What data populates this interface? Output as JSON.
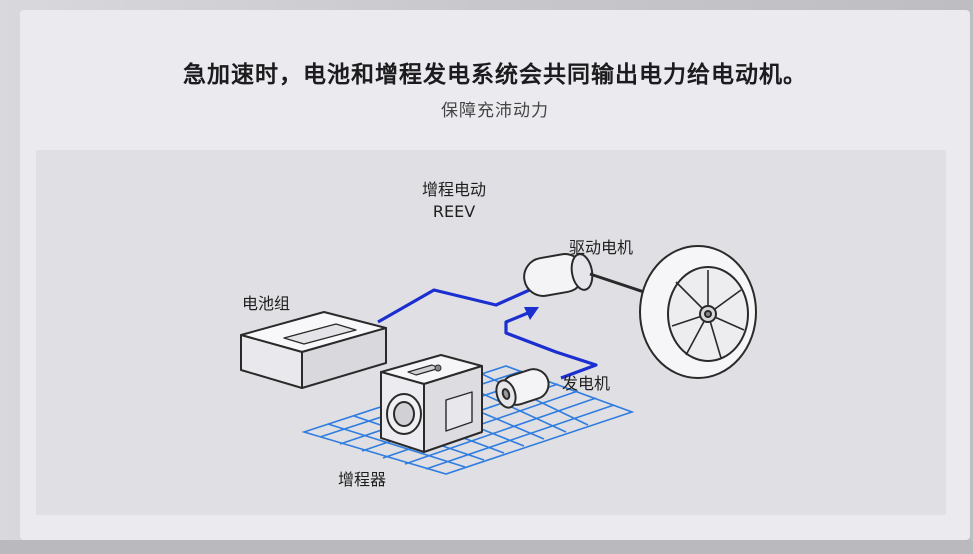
{
  "slide": {
    "title": "急加速时，电池和增程发电系统会共同输出电力给电动机。",
    "subtitle": "保障充沛动力"
  },
  "diagram": {
    "heading_cn": "增程电动",
    "heading_en": "REEV",
    "labels": {
      "battery": "电池组",
      "drive_motor": "驱动电机",
      "generator": "发电机",
      "range_extender": "增程器"
    },
    "colors": {
      "power_flow": "#1b2fd1",
      "grid": "#2f7de0",
      "component_outline": "#2a2a2a",
      "component_fill": "#f6f6f8"
    }
  }
}
